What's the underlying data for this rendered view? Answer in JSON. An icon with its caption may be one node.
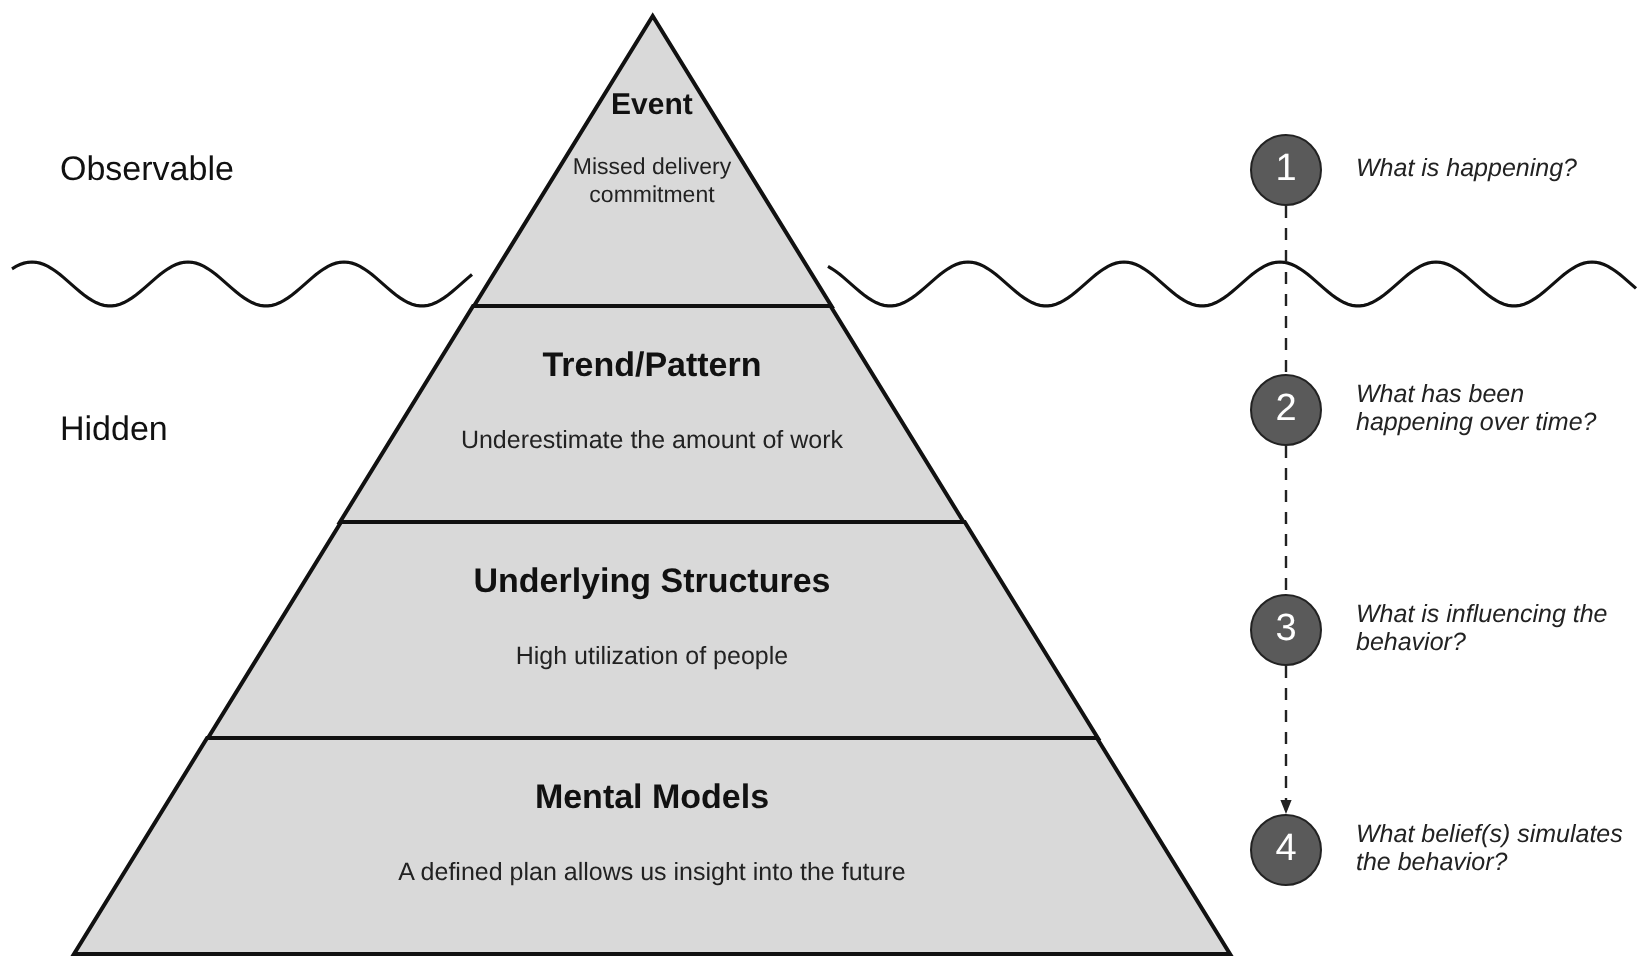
{
  "diagram": {
    "nodes": [
      {
        "text": [
          "Event",
          "Missed delivery commitment"
        ]
      },
      {
        "text": [
          "Trend/Pattern",
          "Underestimate the amount of work"
        ]
      },
      {
        "text": [
          "Underlying Structures",
          "High utilization of people"
        ]
      },
      {
        "text": [
          "Mental Models",
          "A defined plan allows us insight into the future"
        ]
      },
      {
        "text": [
          "1"
        ],
        "beside": [
          "What is happening?"
        ]
      },
      {
        "text": [
          "2"
        ],
        "beside": [
          "What has been happening over time?"
        ]
      },
      {
        "text": [
          "3"
        ],
        "beside": [
          "What is influencing the behavior?"
        ]
      },
      {
        "text": [
          "4"
        ],
        "beside": [
          "What belief(s) simulates the behavior?"
        ]
      }
    ],
    "edges": [
      {
        "from": 4,
        "to": 5,
        "arrow": "none",
        "style": "dashed"
      },
      {
        "from": 5,
        "to": 6,
        "arrow": "none",
        "style": "dashed"
      },
      {
        "from": 6,
        "to": 7,
        "arrow": "to",
        "style": "dashed"
      }
    ],
    "labels": [
      "Observable",
      "Hidden"
    ]
  }
}
